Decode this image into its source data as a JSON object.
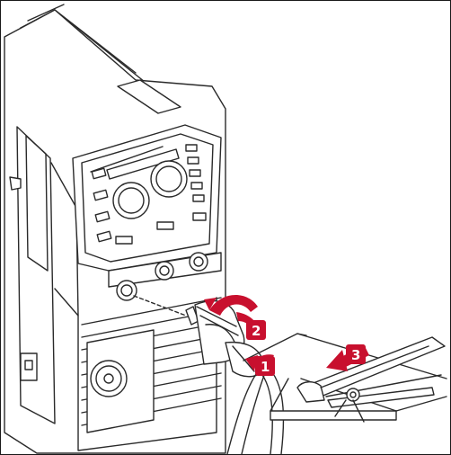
{
  "figure": {
    "callouts": [
      {
        "number": "1",
        "color": "#c8102e"
      },
      {
        "number": "2",
        "color": "#c8102e"
      },
      {
        "number": "3",
        "color": "#c8102e"
      }
    ],
    "line_color": "#2a2a2a",
    "fill_color": "#ffffff"
  }
}
